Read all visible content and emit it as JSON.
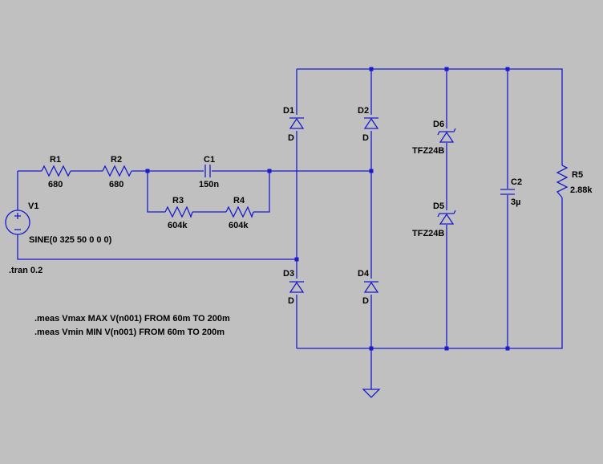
{
  "components": {
    "v1": {
      "name": "V1",
      "value": "SINE(0 325 50 0 0 0)"
    },
    "r1": {
      "name": "R1",
      "value": "680"
    },
    "r2": {
      "name": "R2",
      "value": "680"
    },
    "c1": {
      "name": "C1",
      "value": "150n"
    },
    "r3": {
      "name": "R3",
      "value": "604k"
    },
    "r4": {
      "name": "R4",
      "value": "604k"
    },
    "d1": {
      "name": "D1",
      "value": "D"
    },
    "d2": {
      "name": "D2",
      "value": "D"
    },
    "d3": {
      "name": "D3",
      "value": "D"
    },
    "d4": {
      "name": "D4",
      "value": "D"
    },
    "d5": {
      "name": "D5",
      "value": "TFZ24B"
    },
    "d6": {
      "name": "D6",
      "value": "TFZ24B"
    },
    "c2": {
      "name": "C2",
      "value": "3µ"
    },
    "r5": {
      "name": "R5",
      "value": "2.88k"
    }
  },
  "directives": {
    "tran": ".tran 0.2",
    "meas_max": ".meas Vmax MAX V(n001) FROM 60m TO 200m",
    "meas_min": ".meas Vmin MIN V(n001) FROM 60m TO 200m"
  },
  "colors": {
    "background": "#c0c0c0",
    "wire": "#1a1ad0",
    "text": "#000000"
  }
}
